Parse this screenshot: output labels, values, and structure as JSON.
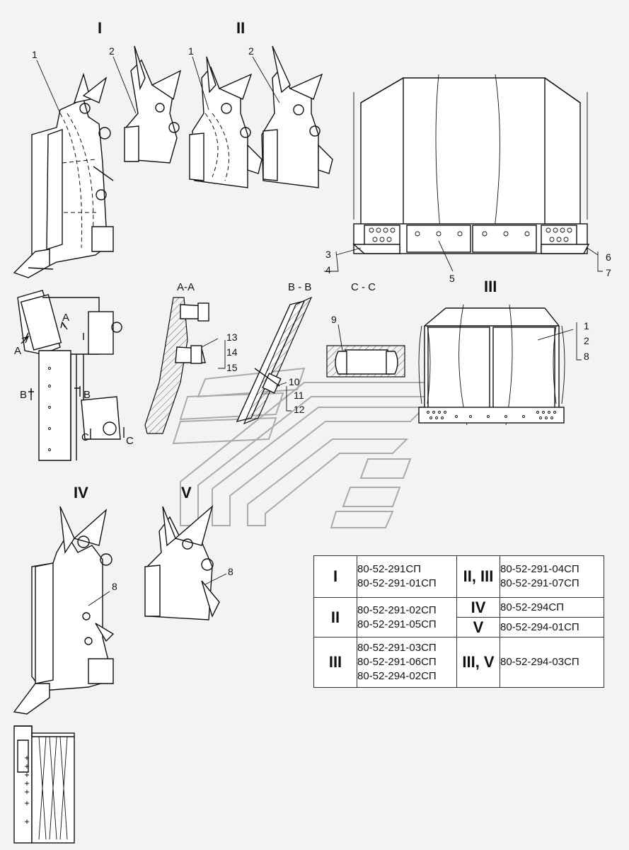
{
  "view_titles": {
    "I": "I",
    "II": "II",
    "III": "III",
    "IV": "IV",
    "V": "V"
  },
  "section_titles": {
    "aa": "A-A",
    "bb": "B - B",
    "cc": "C - C"
  },
  "callouts": [
    "1",
    "2",
    "1",
    "2",
    "3",
    "4",
    "5",
    "6",
    "7",
    "9",
    "1",
    "2",
    "8",
    "13",
    "14",
    "15",
    "10",
    "11",
    "12",
    "8",
    "8"
  ],
  "section_marks": {
    "a_left": "A",
    "a_right": "A",
    "b_left": "B",
    "b_right": "B",
    "c_left": "C",
    "c_right": "C"
  },
  "spec_table": {
    "rows": [
      {
        "left_view": "I",
        "left_codes": [
          "80-52-291СП",
          "80-52-291-01СП"
        ],
        "right_view": "II, III",
        "right_codes": [
          "80-52-291-04СП",
          "80-52-291-07СП"
        ]
      },
      {
        "left_view": "II",
        "left_codes": [
          "80-52-291-02СП",
          "80-52-291-05СП"
        ],
        "right_view": "IV",
        "right_codes": [
          "80-52-294СП"
        ]
      },
      {
        "right_view": "V",
        "right_codes": [
          "80-52-294-01СП"
        ]
      },
      {
        "left_view": "III",
        "left_codes": [
          "80-52-291-03СП",
          "80-52-291-06СП",
          "80-52-294-02СП"
        ],
        "right_view": "III, V",
        "right_codes": [
          "80-52-294-03СП"
        ]
      }
    ]
  }
}
